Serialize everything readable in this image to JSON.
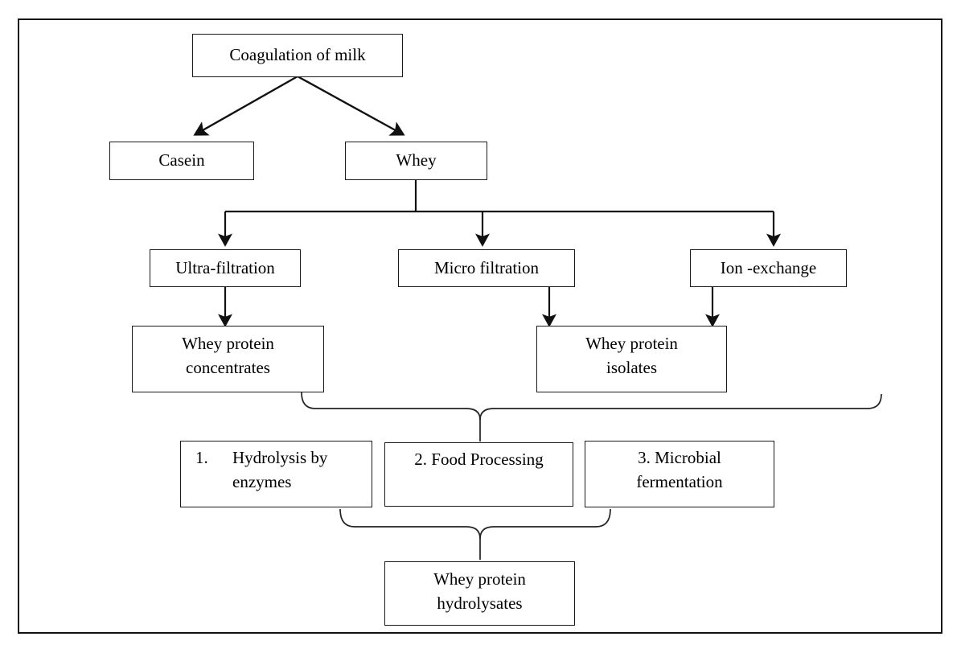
{
  "diagram": {
    "title": "Whey protein processing flowchart",
    "stroke_color": "#1a1a1a",
    "background_color": "#ffffff",
    "nodes": {
      "coagulation": "Coagulation of milk",
      "casein": "Casein",
      "whey": "Whey",
      "ultrafiltration": "Ultra-filtration",
      "microfiltration": "Micro filtration",
      "ionexchange": "Ion -exchange",
      "concentrates": "Whey protein\nconcentrates",
      "isolates": "Whey protein\nisolates",
      "hydrolysis_num": "1.",
      "hydrolysis_text": "Hydrolysis by\nenzymes",
      "foodprocessing": "2. Food Processing",
      "microbial": "3. Microbial\nfermentation",
      "hydrolysates": "Whey protein\nhydrolysates"
    },
    "edges": [
      {
        "from": "coagulation",
        "to": "casein",
        "style": "diagonal-arrow"
      },
      {
        "from": "coagulation",
        "to": "whey",
        "style": "diagonal-arrow"
      },
      {
        "from": "whey",
        "to": "ultrafiltration",
        "style": "bus-arrow"
      },
      {
        "from": "whey",
        "to": "microfiltration",
        "style": "bus-arrow"
      },
      {
        "from": "whey",
        "to": "ionexchange",
        "style": "bus-arrow"
      },
      {
        "from": "ultrafiltration",
        "to": "concentrates",
        "style": "straight-arrow"
      },
      {
        "from": "microfiltration",
        "to": "isolates",
        "style": "straight-arrow"
      },
      {
        "from": "ionexchange",
        "to": "isolates",
        "style": "straight-arrow"
      },
      {
        "from": "concentrates",
        "to": "processing-row",
        "style": "brace-merge"
      },
      {
        "from": "isolates",
        "to": "processing-row",
        "style": "brace-merge"
      },
      {
        "from": "hydrolysis",
        "to": "hydrolysates",
        "style": "brace-merge"
      },
      {
        "from": "microbial",
        "to": "hydrolysates",
        "style": "brace-merge"
      }
    ]
  }
}
